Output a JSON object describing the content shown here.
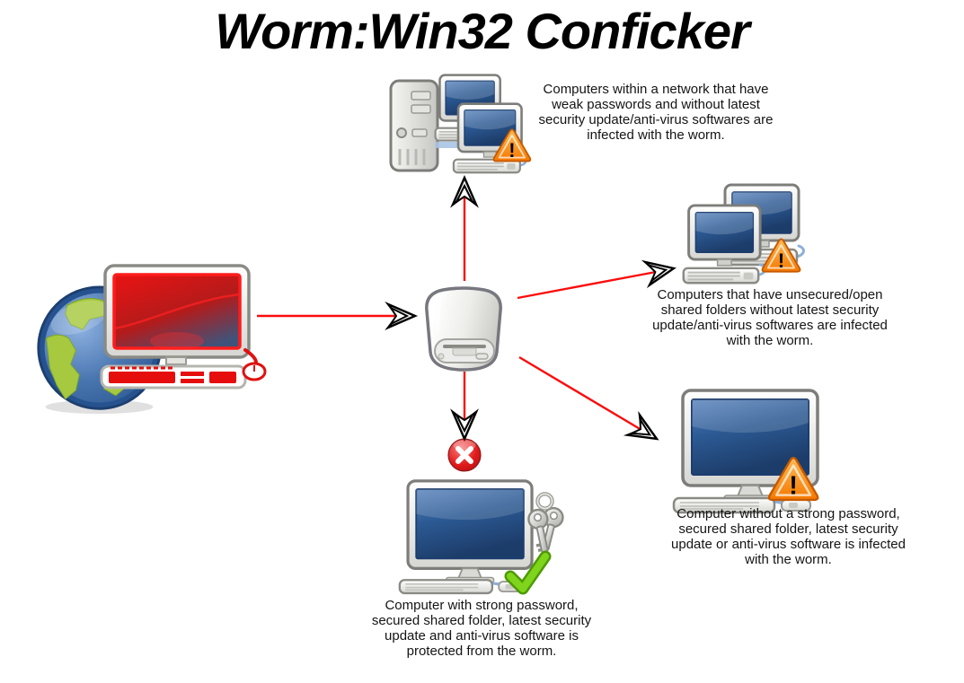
{
  "title": "Worm:Win32 Conficker",
  "icons": {
    "warning_glyph": "!",
    "deny_glyph": "✕",
    "check_glyph": "✓",
    "globe": "globe-internet-icon",
    "infected_computer": "infected-computer-icon",
    "hub_drive": "removable-drive-icon",
    "workstation": "computer-icon",
    "keys": "keys-icon"
  },
  "colors": {
    "arrow_red": "#fa0d0c",
    "warning_orange": "#f57900",
    "screen_blue": "#204a87",
    "infected_red": "#cc0000",
    "deny_red": "#cc0000",
    "protected_green": "#73d216",
    "globe_ocean": "#3465a4",
    "globe_land": "#a6c93f"
  },
  "captions": {
    "network_weak": {
      "lines": [
        "Computers within a network that have",
        "weak passwords and without latest",
        "security update/anti-virus softwares are",
        "infected with the worm."
      ]
    },
    "open_shares": {
      "lines": [
        "Computers that have unsecured/open",
        "shared folders without latest security",
        "update/anti-virus softwares are infected",
        "with the worm."
      ]
    },
    "no_password": {
      "lines": [
        "Computer without a strong password,",
        "secured shared folder, latest security",
        "update or anti-virus software is infected",
        "with the worm."
      ]
    },
    "protected": {
      "lines": [
        "Computer with strong password,",
        "secured shared folder, latest security",
        "update and anti-virus software is",
        "protected from the worm."
      ]
    }
  }
}
